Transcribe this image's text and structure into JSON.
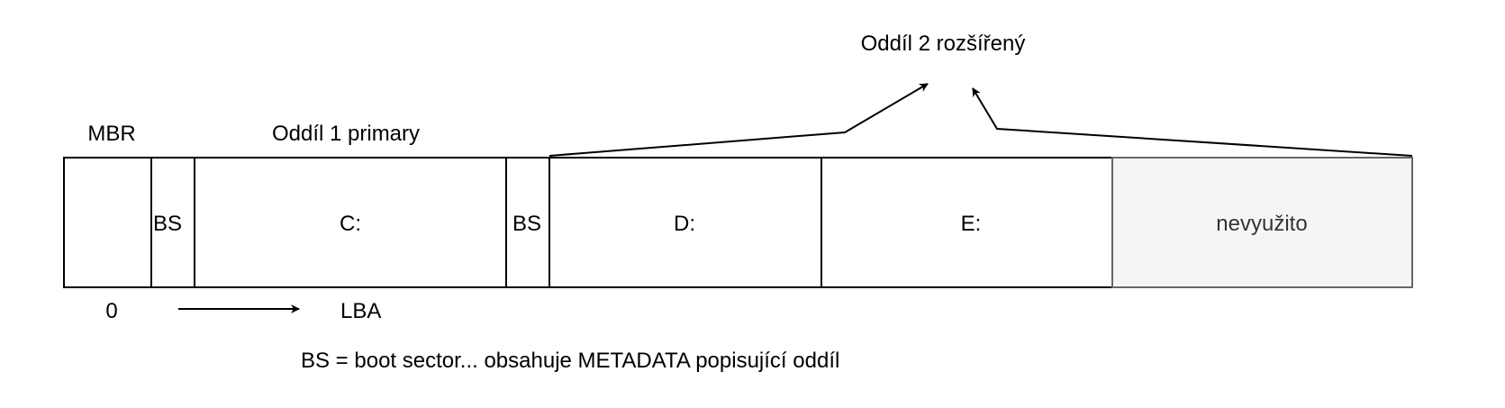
{
  "labels": {
    "mbr": "MBR",
    "partition1": "Oddíl 1 primary",
    "partition2": "Oddíl 2 rozšířený",
    "zero": "0",
    "lba": "LBA",
    "legend": "BS = boot sector... obsahuje METADATA popisující oddíl"
  },
  "cells": {
    "mbr": "",
    "bs1": "BS",
    "c": "C:",
    "bs2": "BS",
    "d": "D:",
    "e": "E:",
    "unused": "nevyužito"
  },
  "colors": {
    "line": "#000000",
    "unused_fill": "#f5f5f5",
    "unused_stroke": "#666666",
    "unused_text": "#333333"
  }
}
